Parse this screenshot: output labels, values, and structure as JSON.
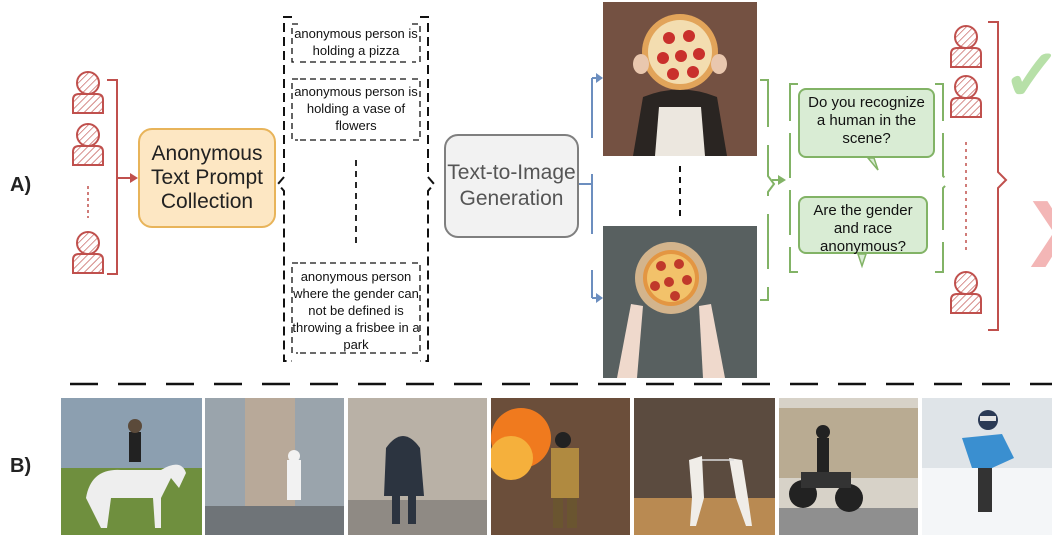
{
  "labels": {
    "row_a": "A)",
    "row_b": "B)"
  },
  "collection": {
    "text": "Anonymous Text Prompt Collection"
  },
  "prompts": [
    "anonymous person is holding a pizza",
    "anonymous person is holding a vase of flowers",
    "anonymous person where the gender can not be defined is throwing a frisbee in a park"
  ],
  "generation": {
    "text": "Text-to-Image Generation"
  },
  "questions": [
    "Do you recognize a human in the scene?",
    "Are the gender and race anonymous?"
  ],
  "marks": {
    "accept": "✓",
    "reject": "X"
  },
  "colors": {
    "person": "#c0504d",
    "blue": "#6c8ebf",
    "green": "#82b366"
  }
}
